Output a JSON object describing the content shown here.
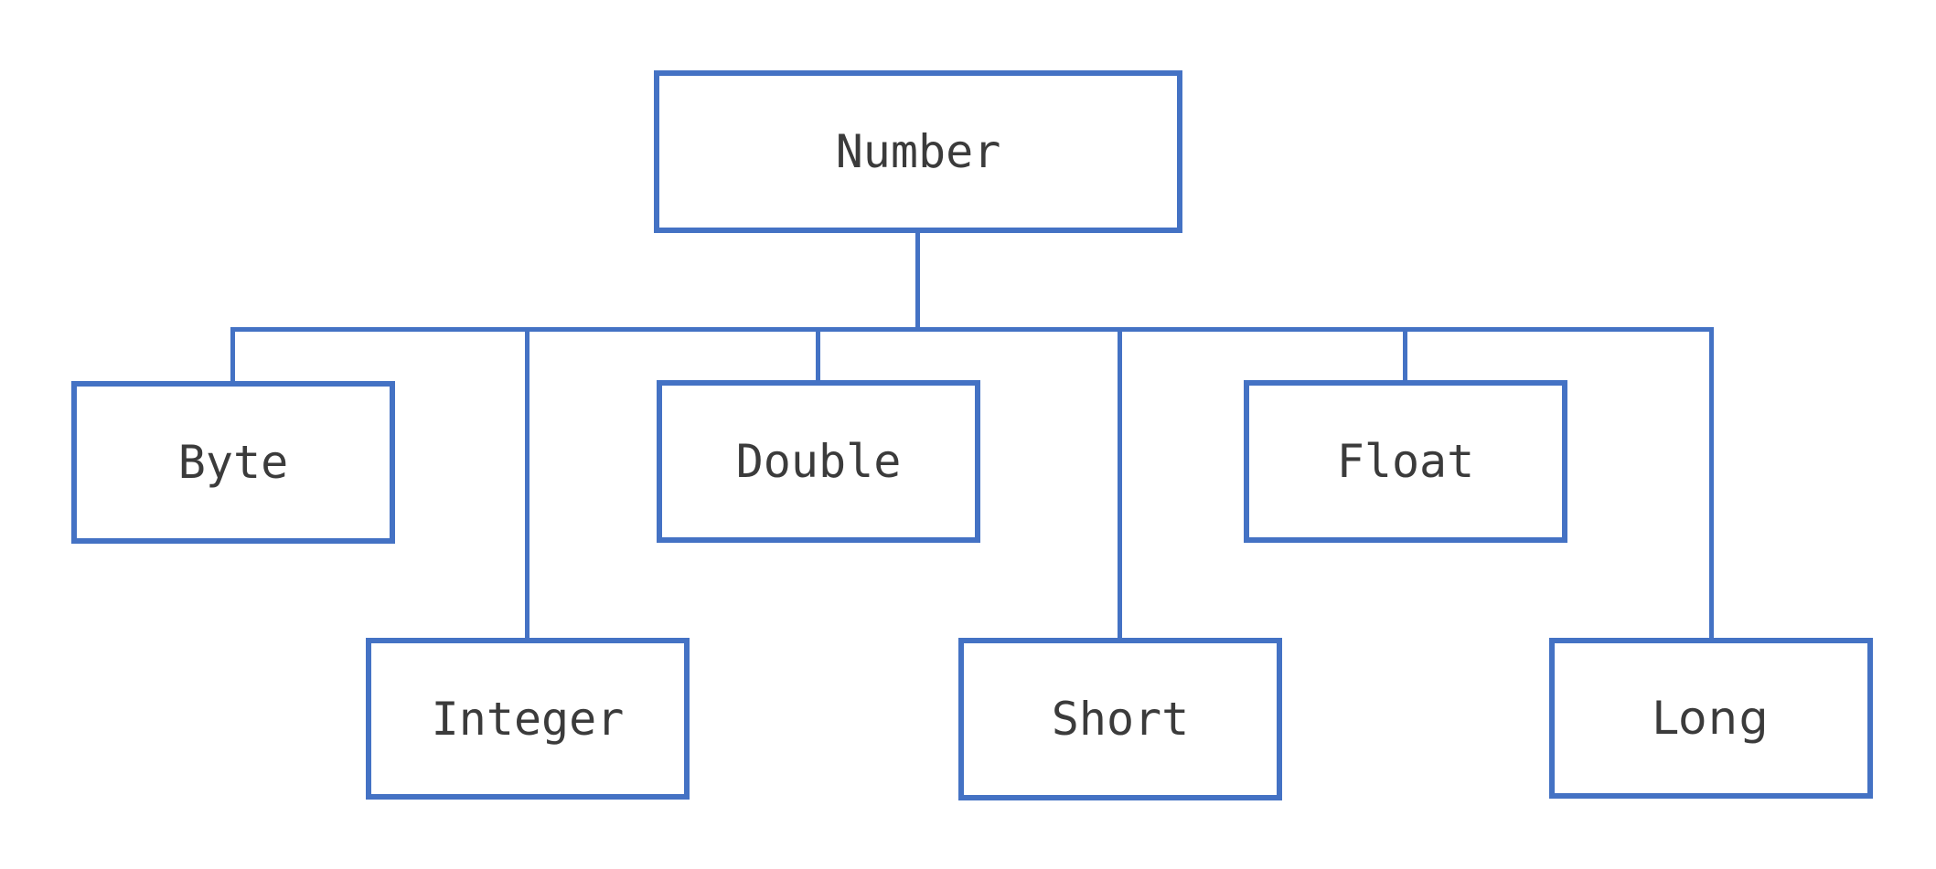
{
  "tree": {
    "label": "Number",
    "children": [
      {
        "label": "Byte"
      },
      {
        "label": "Integer"
      },
      {
        "label": "Double"
      },
      {
        "label": "Short"
      },
      {
        "label": "Float"
      },
      {
        "label": "Long"
      }
    ]
  },
  "colors": {
    "line": "#4472C4",
    "text": "#3B3B3B",
    "background": "#FFFFFF"
  }
}
